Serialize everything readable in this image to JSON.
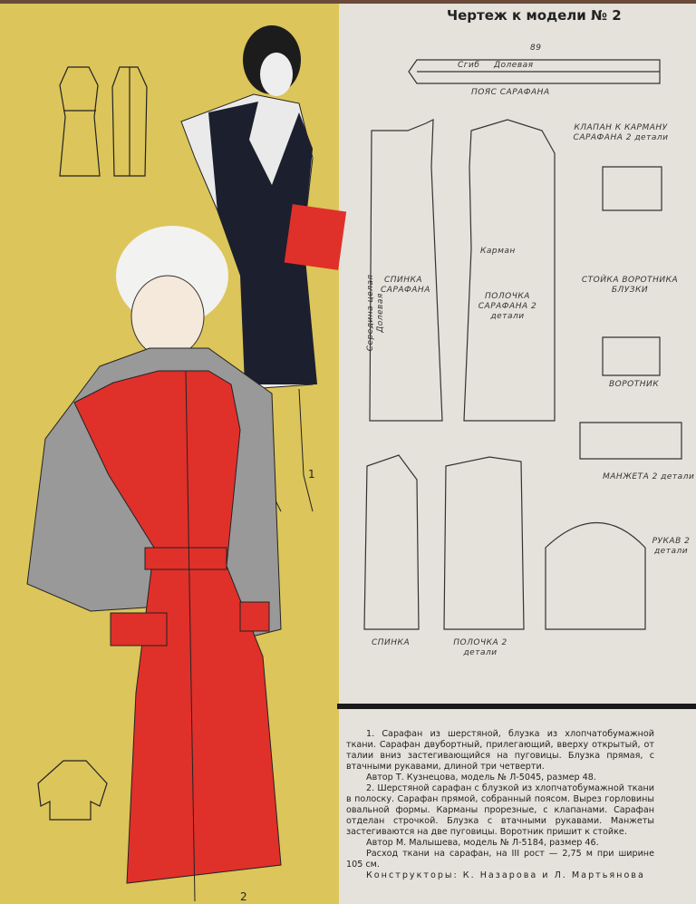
{
  "header": {
    "title": "Чертеж к модели № 2"
  },
  "figures": {
    "fig1": "1",
    "fig2": "2"
  },
  "pattern_labels": {
    "belt": "ПОЯС САРАФАНА",
    "belt_len": "89",
    "fold": "Сгиб",
    "grain": "Долевая",
    "back_sarafan": "СПИНКА САРАФАНА",
    "front_sarafan": "ПОЛОЧКА САРАФАНА 2 детали",
    "pocket": "Карман",
    "flap": "КЛАПАН К КАРМАНУ САРАФАНА 2 детали",
    "stand": "СТОЙКА ВОРОТНИКА БЛУЗКИ",
    "collar": "ВОРОТНИК",
    "cuff": "МАНЖЕТА 2 детали",
    "back_blouse": "СПИНКА",
    "front_blouse": "ПОЛОЧКА 2 детали",
    "sleeve": "РУКАВ 2 детали",
    "center_back": "Середина целая Долевая"
  },
  "description": {
    "p1": "1. Сарафан из шерстяной, блузка из хлопчатобумажной ткани. Сарафан двубортный, прилегающий, вверху открытый, от талии вниз застегивающийся на пуговицы. Блузка прямая, с втачными рукавами, длиной три четверти.",
    "a1": "Автор Т. Кузнецова, модель № Л-5045, размер 48.",
    "p2": "2. Шерстяной сарафан с блузкой из хлопчатобумажной ткани в полоску. Сарафан прямой, собранный поясом. Вырез горловины овальной формы. Карманы прорезные, с клапанами. Сарафан отделан строчкой. Блузка с втачными рукавами. Манжеты застегиваются на две пуговицы. Воротник пришит к стойке.",
    "a2": "Автор М. Малышева, модель № Л-5184, размер 46.",
    "p3": "Расход ткани на сарафан, на III рост — 2,75 м при ширине 105 см.",
    "credits": "Конструкторы: К. Назарова и Л. Мартьянова"
  },
  "colors": {
    "yellow": "#dcc55a",
    "red": "#e0302a",
    "navy": "#1c1f2e",
    "paper": "#e4e2da"
  }
}
